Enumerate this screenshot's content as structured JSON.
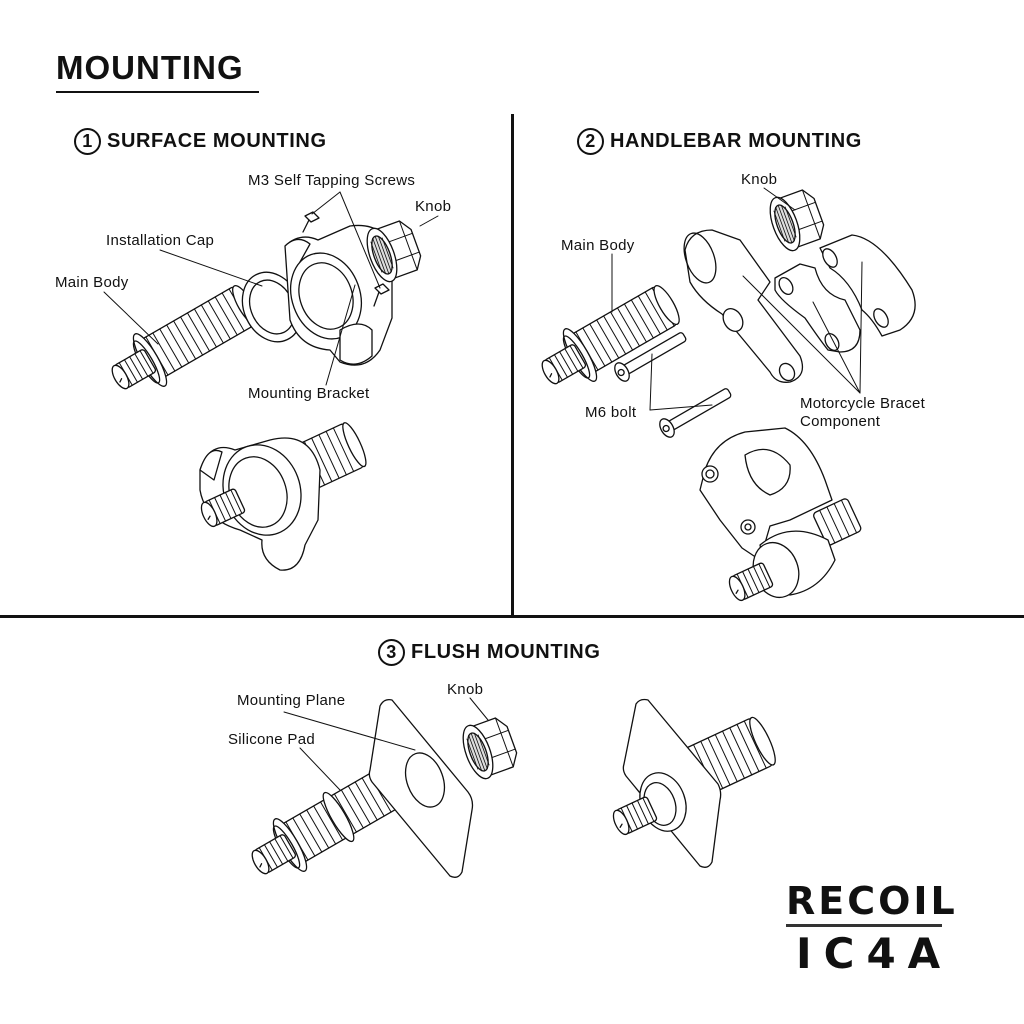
{
  "page": {
    "title": "MOUNTING"
  },
  "sections": [
    {
      "number": "1",
      "title": "SURFACE MOUNTING",
      "labels": {
        "screws": "M3 Self Tapping Screws",
        "knob": "Knob",
        "cap": "Installation Cap",
        "main_body": "Main Body",
        "bracket": "Mounting Bracket"
      }
    },
    {
      "number": "2",
      "title": "HANDLEBAR MOUNTING",
      "labels": {
        "knob": "Knob",
        "main_body": "Main Body",
        "bolt": "M6 bolt",
        "component_line1": "Motorcycle Bracet",
        "component_line2": "Component"
      }
    },
    {
      "number": "3",
      "title": "FLUSH MOUNTING",
      "labels": {
        "plane": "Mounting Plane",
        "knob": "Knob",
        "pad": "Silicone Pad"
      }
    }
  ],
  "brand": {
    "name": "RECOIL",
    "model": "IC4A"
  },
  "colors": {
    "ink": "#111111",
    "background": "#ffffff"
  }
}
